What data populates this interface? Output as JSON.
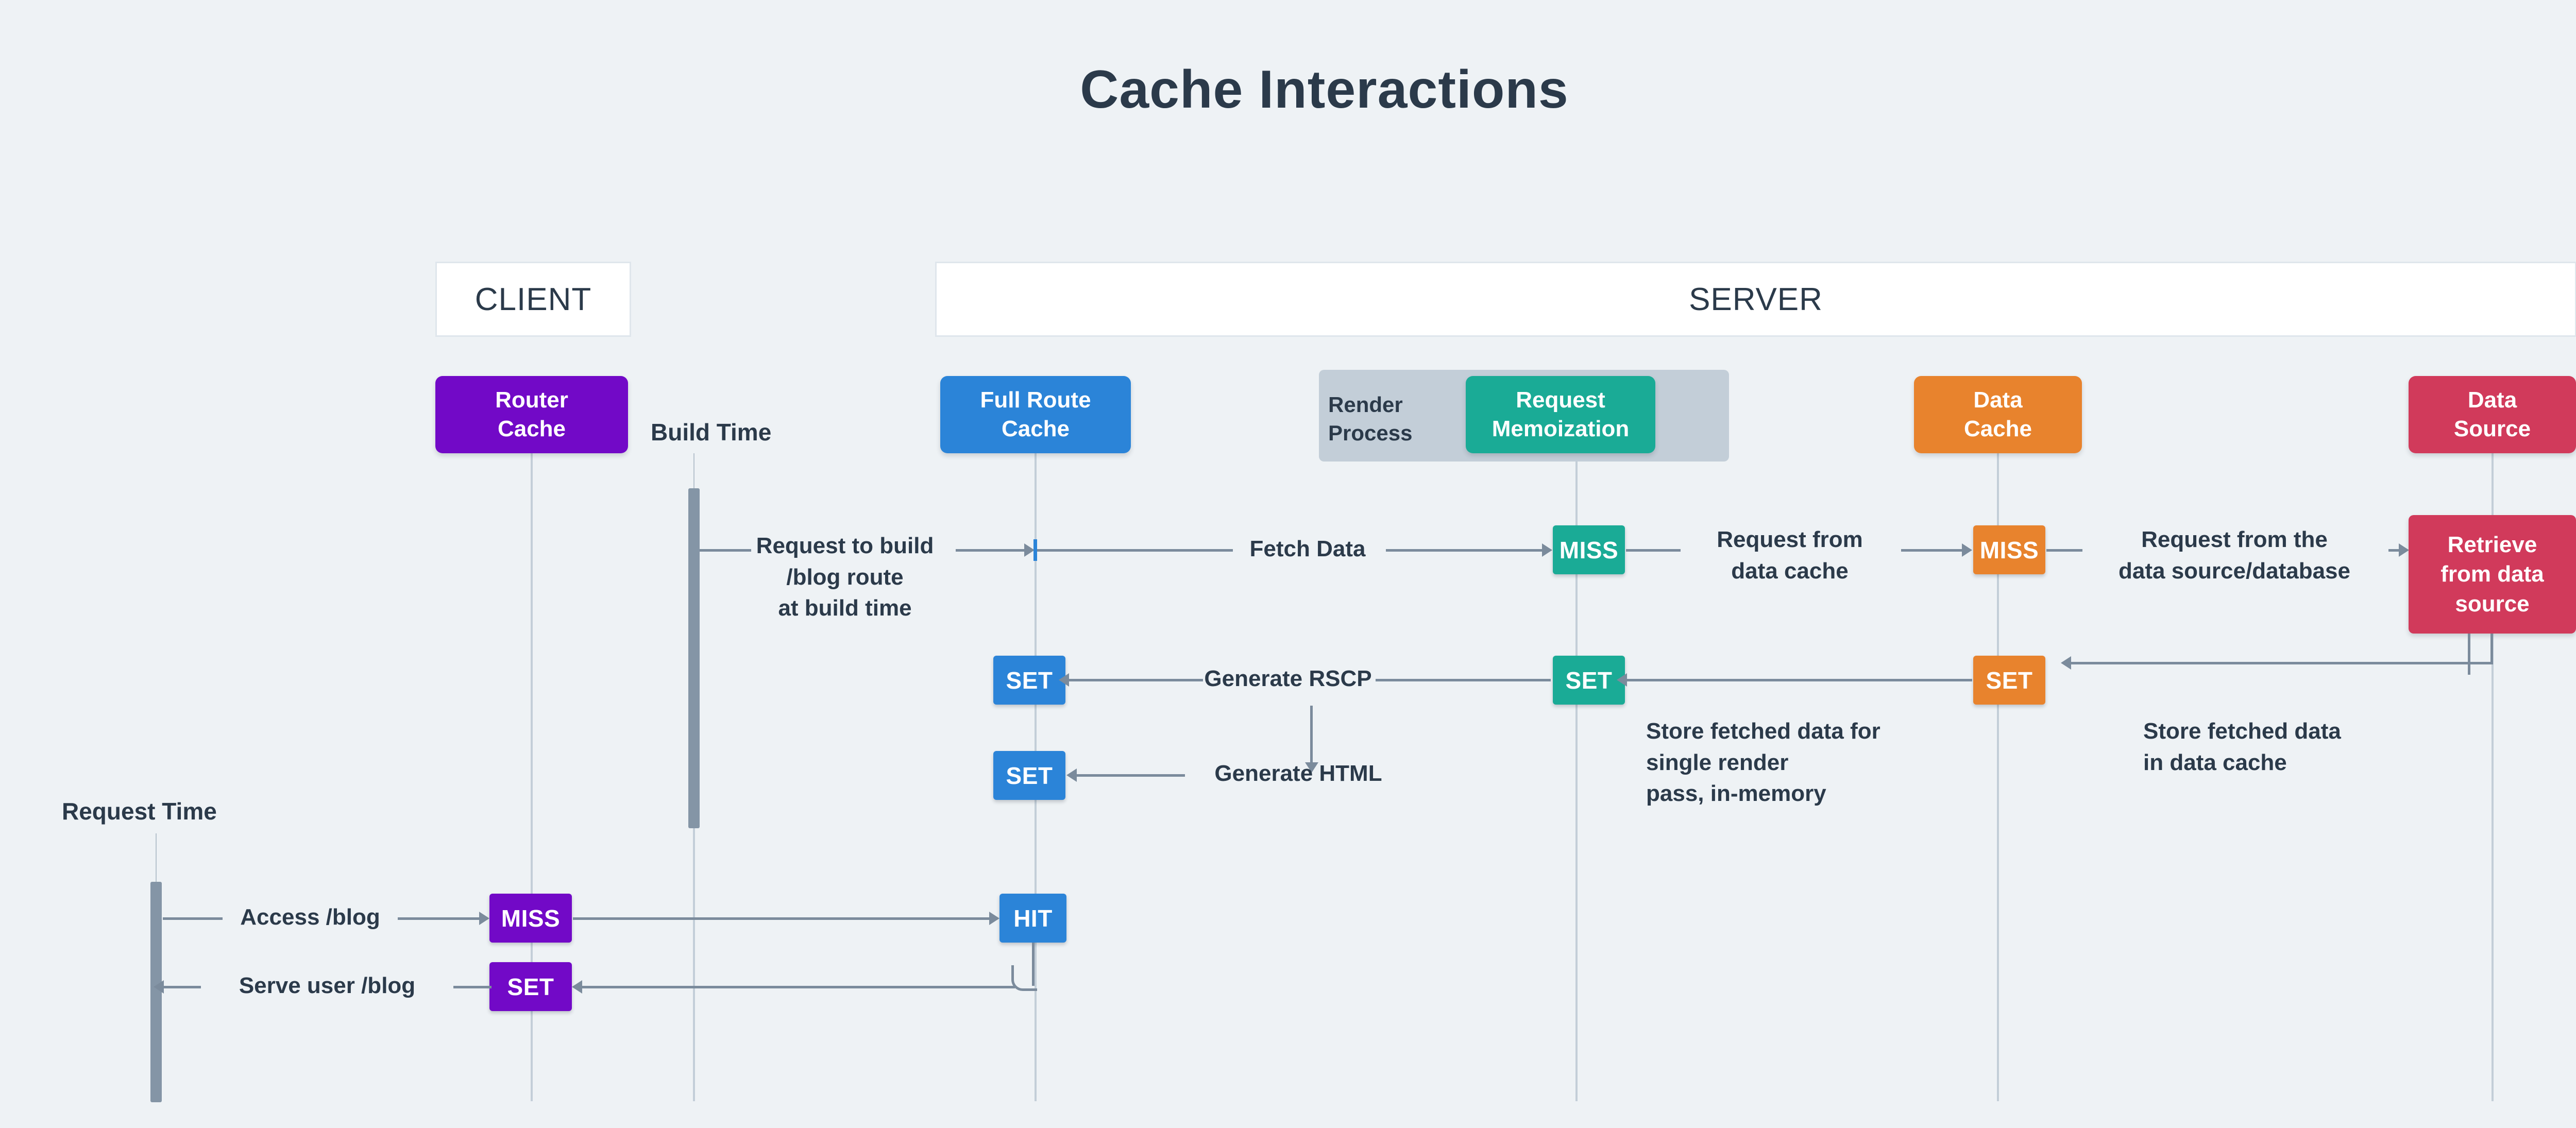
{
  "title": "Cache Interactions",
  "headers": [
    {
      "id": "client",
      "label": "CLIENT"
    },
    {
      "id": "server",
      "label": "SERVER"
    }
  ],
  "participants": [
    {
      "id": "router-cache",
      "label": "Router\nCache",
      "color": "#7209c7"
    },
    {
      "id": "full-route-cache",
      "label": "Full Route\nCache",
      "color": "#2b84d8"
    },
    {
      "id": "render-process",
      "label": "Render\nProcess",
      "color": "#c3ced8"
    },
    {
      "id": "request-memoization",
      "label": "Request\nMemoization",
      "color": "#1aab96"
    },
    {
      "id": "data-cache",
      "label": "Data\nCache",
      "color": "#e8832d"
    },
    {
      "id": "data-source",
      "label": "Data\nSource",
      "color": "#d13a5b"
    }
  ],
  "participant_lines": {
    "router_cache_1": "Router",
    "router_cache_2": "Cache",
    "full_route_1": "Full Route",
    "full_route_2": "Cache",
    "render_1": "Render",
    "render_2": "Process",
    "memo_1": "Request",
    "memo_2": "Memoization",
    "data_cache_1": "Data",
    "data_cache_2": "Cache",
    "data_source_1": "Data",
    "data_source_2": "Source",
    "retrieve_1": "Retrieve",
    "retrieve_2": "from data",
    "retrieve_3": "source"
  },
  "phases": [
    {
      "id": "build-time",
      "label": "Build Time"
    },
    {
      "id": "request-time",
      "label": "Request Time"
    }
  ],
  "messages": [
    {
      "id": "request-to-build",
      "line1": "Request to build",
      "line2": "/blog route",
      "line3": "at build time"
    },
    {
      "id": "fetch-data",
      "label": "Fetch Data"
    },
    {
      "id": "request-from-data-cache",
      "line1": "Request from",
      "line2": "data cache"
    },
    {
      "id": "request-from-data-source",
      "line1": "Request from the",
      "line2": "data source/database"
    },
    {
      "id": "generate-rscp",
      "label": "Generate RSCP"
    },
    {
      "id": "generate-html",
      "label": "Generate HTML"
    },
    {
      "id": "store-single-render",
      "line1": "Store fetched data for",
      "line2": "single render",
      "line3": "pass, in-memory"
    },
    {
      "id": "store-in-data-cache",
      "line1": "Store fetched data",
      "line2": "in data cache"
    },
    {
      "id": "access-blog",
      "label": "Access /blog"
    },
    {
      "id": "serve-user-blog",
      "label": "Serve user /blog"
    }
  ],
  "states": {
    "miss": "MISS",
    "set": "SET",
    "hit": "HIT"
  },
  "colors": {
    "background": "#eef2f5",
    "text": "#2b3a4a",
    "router_cache": "#7209c7",
    "full_route_cache": "#2b84d8",
    "request_memoization": "#1aab96",
    "data_cache": "#e8832d",
    "data_source": "#d13a5b",
    "render_process": "#c3ced8",
    "connector": "#7b8b9c",
    "lifeline": "#c3ced8",
    "activation": "#8495a6"
  },
  "chart_data": {
    "type": "table",
    "title": "Cache Interactions",
    "lanes": [
      "Router Cache",
      "Full Route Cache",
      "Request Memoization",
      "Data Cache",
      "Data Source"
    ],
    "rows": [
      {
        "phase": "Build Time",
        "from": "Build Time",
        "to": "Full Route Cache",
        "label": "Request to build /blog route at build time",
        "state": ""
      },
      {
        "phase": "Build Time",
        "from": "Full Route Cache",
        "to": "Request Memoization",
        "label": "Fetch Data",
        "state": "MISS"
      },
      {
        "phase": "Build Time",
        "from": "Request Memoization",
        "to": "Data Cache",
        "label": "Request from data cache",
        "state": "MISS"
      },
      {
        "phase": "Build Time",
        "from": "Data Cache",
        "to": "Data Source",
        "label": "Request from the data source/database",
        "state": "Retrieve from data source"
      },
      {
        "phase": "Build Time",
        "from": "Data Source",
        "to": "Data Cache",
        "label": "Store fetched data in data cache",
        "state": "SET"
      },
      {
        "phase": "Build Time",
        "from": "Data Cache",
        "to": "Request Memoization",
        "label": "Store fetched data for single render pass, in-memory",
        "state": "SET"
      },
      {
        "phase": "Build Time",
        "from": "Request Memoization",
        "to": "Full Route Cache",
        "label": "Generate RSCP",
        "state": "SET"
      },
      {
        "phase": "Build Time",
        "from": "Render Process",
        "to": "Full Route Cache",
        "label": "Generate HTML",
        "state": "SET"
      },
      {
        "phase": "Request Time",
        "from": "Client",
        "to": "Router Cache",
        "label": "Access /blog",
        "state": "MISS"
      },
      {
        "phase": "Request Time",
        "from": "Router Cache",
        "to": "Full Route Cache",
        "label": "",
        "state": "HIT"
      },
      {
        "phase": "Request Time",
        "from": "Full Route Cache",
        "to": "Client",
        "label": "Serve user /blog",
        "state": "SET"
      }
    ]
  }
}
